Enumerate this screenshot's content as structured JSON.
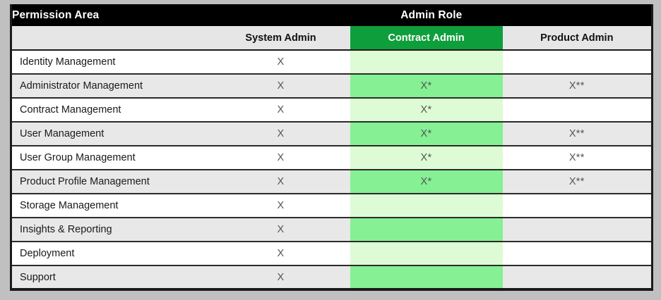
{
  "table": {
    "top_header": {
      "permission_area_label": "Permission Area",
      "admin_role_label": "Admin Role"
    },
    "column_headers": {
      "blank": "",
      "system_admin": "System Admin",
      "contract_admin": "Contract Admin",
      "product_admin": "Product Admin"
    },
    "colors": {
      "header_black": "#000000",
      "contract_header_green": "#0f9e3c",
      "contract_light_green": "#ddfbd4",
      "contract_medium_green": "#85f094",
      "row_stripe": "#e8e8e8",
      "row_base": "#ffffff",
      "page_background": "#c0c0c0",
      "border": "#1b1b1b"
    },
    "marks": {
      "system": "X",
      "contract": "X*",
      "product": "X**",
      "none": ""
    },
    "rows": [
      {
        "area": "Identity Management",
        "system_admin": "X",
        "contract_admin": "",
        "product_admin": ""
      },
      {
        "area": "Administrator Management",
        "system_admin": "X",
        "contract_admin": "X*",
        "product_admin": "X**"
      },
      {
        "area": "Contract Management",
        "system_admin": "X",
        "contract_admin": "X*",
        "product_admin": ""
      },
      {
        "area": "User Management",
        "system_admin": "X",
        "contract_admin": "X*",
        "product_admin": "X**"
      },
      {
        "area": "User Group Management",
        "system_admin": "X",
        "contract_admin": "X*",
        "product_admin": "X**"
      },
      {
        "area": "Product Profile Management",
        "system_admin": "X",
        "contract_admin": "X*",
        "product_admin": "X**"
      },
      {
        "area": "Storage Management",
        "system_admin": "X",
        "contract_admin": "",
        "product_admin": ""
      },
      {
        "area": "Insights & Reporting",
        "system_admin": "X",
        "contract_admin": "",
        "product_admin": ""
      },
      {
        "area": "Deployment",
        "system_admin": "X",
        "contract_admin": "",
        "product_admin": ""
      },
      {
        "area": "Support",
        "system_admin": "X",
        "contract_admin": "",
        "product_admin": ""
      }
    ]
  }
}
